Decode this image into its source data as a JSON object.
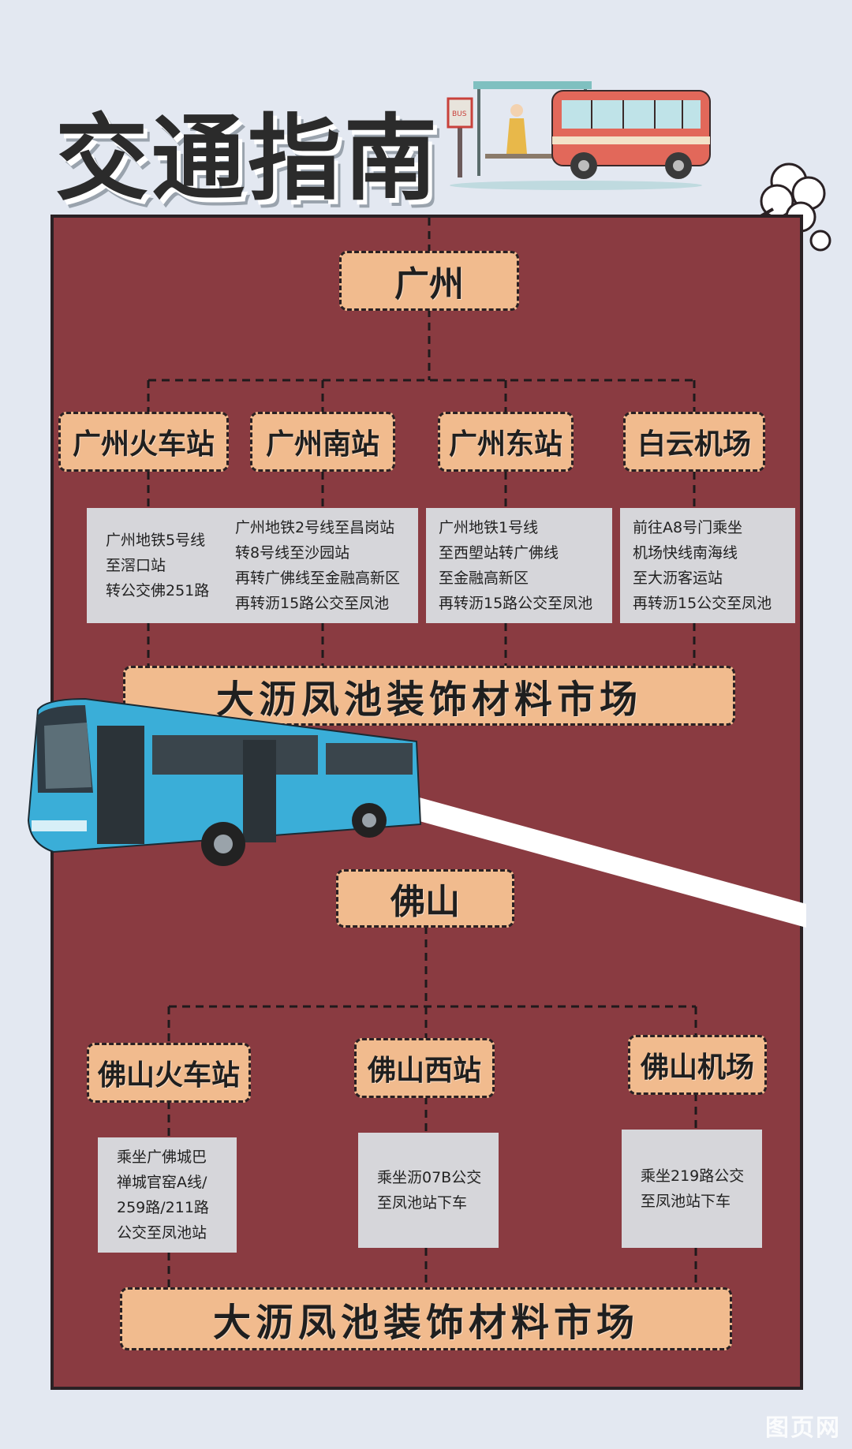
{
  "title": "交通指南",
  "colors": {
    "panel": "#8a3b41",
    "chip": "#f1bb8e",
    "info": "#d6d6da",
    "background": "#e3e8f1"
  },
  "guangzhou": {
    "hub": "广州",
    "stations": [
      {
        "name": "广州火车站",
        "route": [
          "广州地铁5号线",
          "至滘口站",
          "转公交佛251路"
        ]
      },
      {
        "name": "广州南站",
        "route": [
          "广州地铁2号线至昌岗站",
          "转8号线至沙园站",
          "再转广佛线至金融高新区",
          "再转沥15路公交至凤池"
        ]
      },
      {
        "name": "广州东站",
        "route": [
          "广州地铁1号线",
          "至西塱站转广佛线",
          "至金融高新区",
          "再转沥15路公交至凤池"
        ]
      },
      {
        "name": "白云机场",
        "route": [
          "前往A8号门乘坐",
          "机场快线南海线",
          "至大沥客运站",
          "再转沥15公交至凤池"
        ]
      }
    ],
    "destination": "大沥凤池装饰材料市场"
  },
  "foshan": {
    "hub": "佛山",
    "stations": [
      {
        "name": "佛山火车站",
        "route": [
          "乘坐广佛城巴",
          "禅城官窑A线/",
          "259路/211路",
          "公交至凤池站"
        ]
      },
      {
        "name": "佛山西站",
        "route": [
          "乘坐沥07B公交",
          "至凤池站下车"
        ]
      },
      {
        "name": "佛山机场",
        "route": [
          "乘坐219路公交",
          "至凤池站下车"
        ]
      }
    ],
    "destination": "大沥凤池装饰材料市场"
  },
  "bus_stop_sign": "BUS",
  "watermark": "图页网"
}
